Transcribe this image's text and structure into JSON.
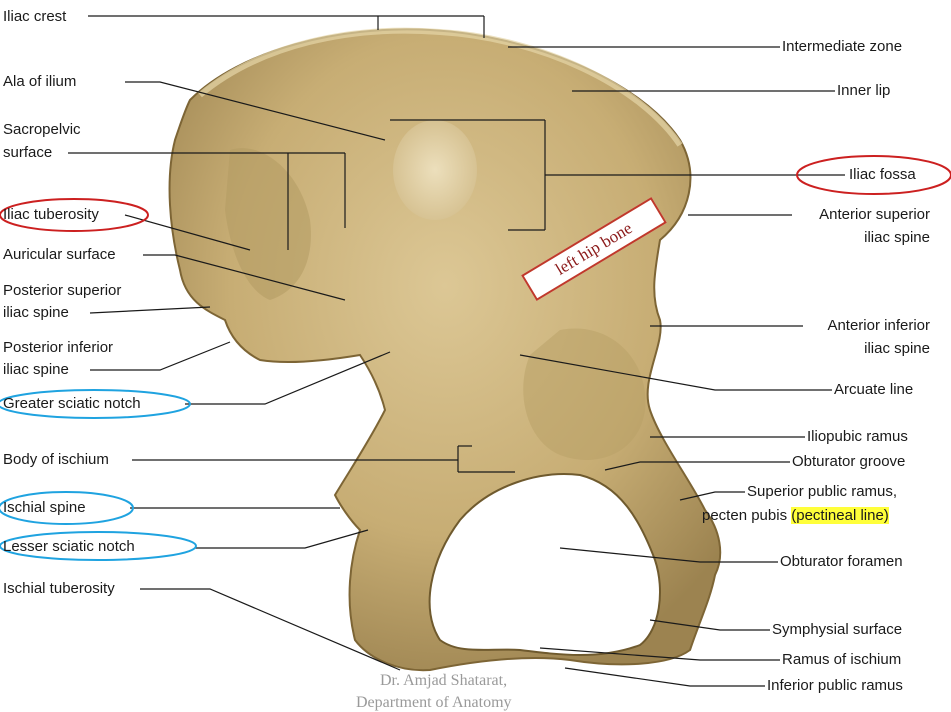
{
  "labels_left": {
    "iliac_crest": "Iliac crest",
    "ala_of_ilium": "Ala of ilium",
    "sacropelvic_1": "Sacropelvic",
    "sacropelvic_2": "surface",
    "iliac_tuberosity": "Iliac tuberosity",
    "auricular_surface": "Auricular surface",
    "psis_1": "Posterior superior",
    "psis_2": "iliac spine",
    "piis_1": "Posterior inferior",
    "piis_2": "iliac spine",
    "greater_sciatic_notch": "Greater sciatic notch",
    "body_of_ischium": "Body of ischium",
    "ischial_spine": "Ischial spine",
    "lesser_sciatic_notch": "Lesser sciatic notch",
    "ischial_tuberosity": "Ischial tuberosity"
  },
  "labels_right": {
    "intermediate_zone": "Intermediate zone",
    "inner_lip": "Inner lip",
    "iliac_fossa": "Iliac fossa",
    "asis_1": "Anterior superior",
    "asis_2": "iliac spine",
    "aiis_1": "Anterior inferior",
    "aiis_2": "iliac spine",
    "arcuate_line": "Arcuate line",
    "iliopubic_ramus": "Iliopubic ramus",
    "obturator_groove": "Obturator groove",
    "superior_pubic_ramus_1": "Superior public ramus,",
    "superior_pubic_ramus_2a": "pecten pubis ",
    "superior_pubic_ramus_2b": "(pectineal line)",
    "obturator_foramen": "Obturator foramen",
    "symphysial_surface": "Symphysial surface",
    "ramus_of_ischium": "Ramus of ischium",
    "inferior_public_ramus": "Inferior public ramus"
  },
  "stamp_text": "left hip bone",
  "credit_text": "Dr. Amjad Shatarat,",
  "credit_text_2": "Department of Anatomy",
  "colors": {
    "bone": "#cbb279",
    "bone_dark": "#8d7440",
    "red_circle": "#cc2020",
    "blue_circle": "#1fa3e0",
    "highlight": "#ffff3a"
  }
}
